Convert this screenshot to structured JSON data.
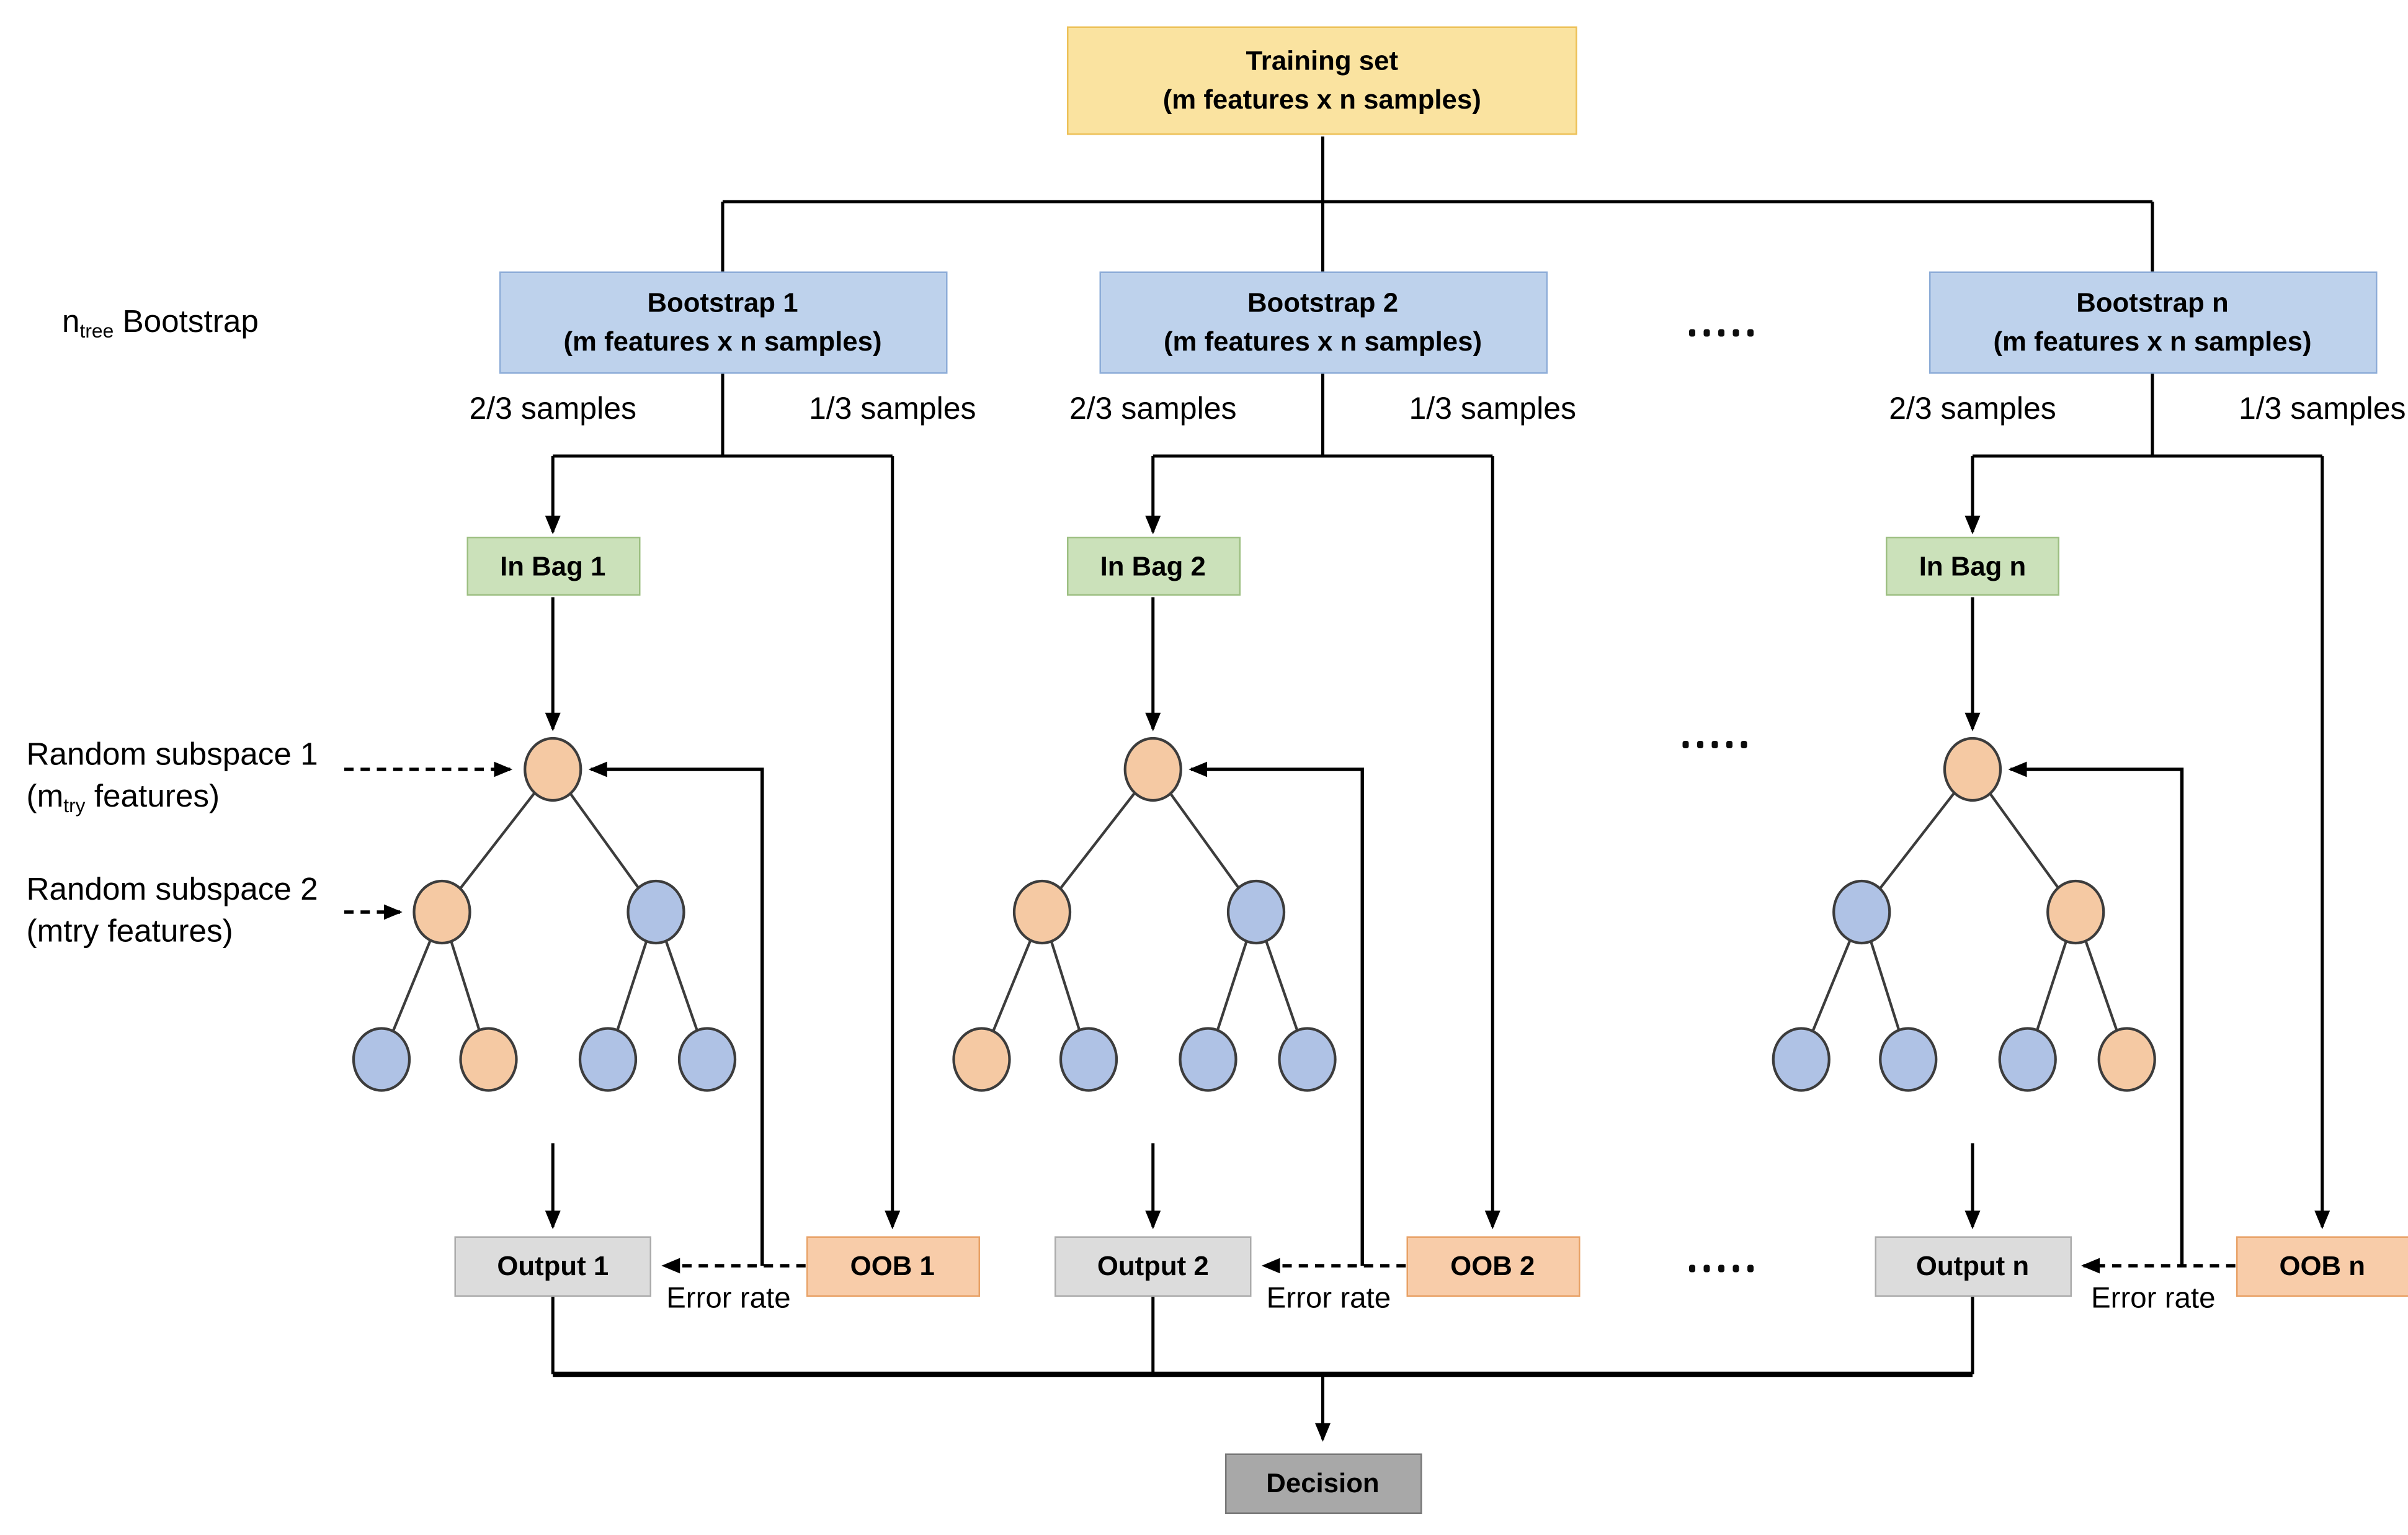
{
  "title": "Random forest bootstrap diagram",
  "colors": {
    "training_fill": "#FAE3A0",
    "training_border": "#EDC158",
    "bootstrap_fill": "#BED2EC",
    "bootstrap_border": "#8EADD8",
    "inbag_fill": "#CBE1BA",
    "inbag_border": "#9DBF82",
    "output_fill": "#DCDCDC",
    "output_border": "#ACACAC",
    "oob_fill": "#F8CCA9",
    "oob_border": "#E8A267",
    "decision_fill": "#A8A8A8",
    "decision_border": "#787878",
    "node_orange": "#F5C9A3",
    "node_blue": "#AFC2E5",
    "node_stroke": "#3C3C3C",
    "line": "#000000"
  },
  "training": {
    "line1": "Training set",
    "line2": "(m features x n samples)"
  },
  "side_labels": {
    "ntree_pre": "n",
    "ntree_sub": "tree",
    "ntree_post": " Bootstrap",
    "rs1_line1": "Random subspace 1",
    "rs1_pre": "(m",
    "rs1_sub": "try",
    "rs1_post": " features)",
    "rs2_line1": "Random subspace 2",
    "rs2_line2": "(mtry features)"
  },
  "columns": [
    {
      "bootstrap_line1": "Bootstrap 1",
      "bootstrap_line2": "(m features x n samples)",
      "left_branch_label": "2/3 samples",
      "right_branch_label": "1/3 samples",
      "in_bag": "In Bag 1",
      "output": "Output 1",
      "oob": "OOB 1",
      "error_label": "Error rate",
      "tree": {
        "root": "#F5C9A3",
        "l2": [
          "#F5C9A3",
          "#AFC2E5"
        ],
        "l3": [
          "#AFC2E5",
          "#F5C9A3",
          "#AFC2E5",
          "#AFC2E5"
        ]
      }
    },
    {
      "bootstrap_line1": "Bootstrap 2",
      "bootstrap_line2": "(m features x n samples)",
      "left_branch_label": "2/3 samples",
      "right_branch_label": "1/3 samples",
      "in_bag": "In Bag 2",
      "output": "Output 2",
      "oob": "OOB 2",
      "error_label": "Error rate",
      "tree": {
        "root": "#F5C9A3",
        "l2": [
          "#F5C9A3",
          "#AFC2E5"
        ],
        "l3": [
          "#F5C9A3",
          "#AFC2E5",
          "#AFC2E5",
          "#AFC2E5"
        ]
      }
    },
    {
      "bootstrap_line1": "Bootstrap n",
      "bootstrap_line2": "(m features x n samples)",
      "left_branch_label": "2/3 samples",
      "right_branch_label": "1/3 samples",
      "in_bag": "In Bag n",
      "output": "Output n",
      "oob": "OOB n",
      "error_label": "Error rate",
      "tree": {
        "root": "#F5C9A3",
        "l2": [
          "#AFC2E5",
          "#F5C9A3"
        ],
        "l3": [
          "#AFC2E5",
          "#AFC2E5",
          "#AFC2E5",
          "#F5C9A3"
        ]
      }
    }
  ],
  "decision": {
    "label": "Decision"
  }
}
